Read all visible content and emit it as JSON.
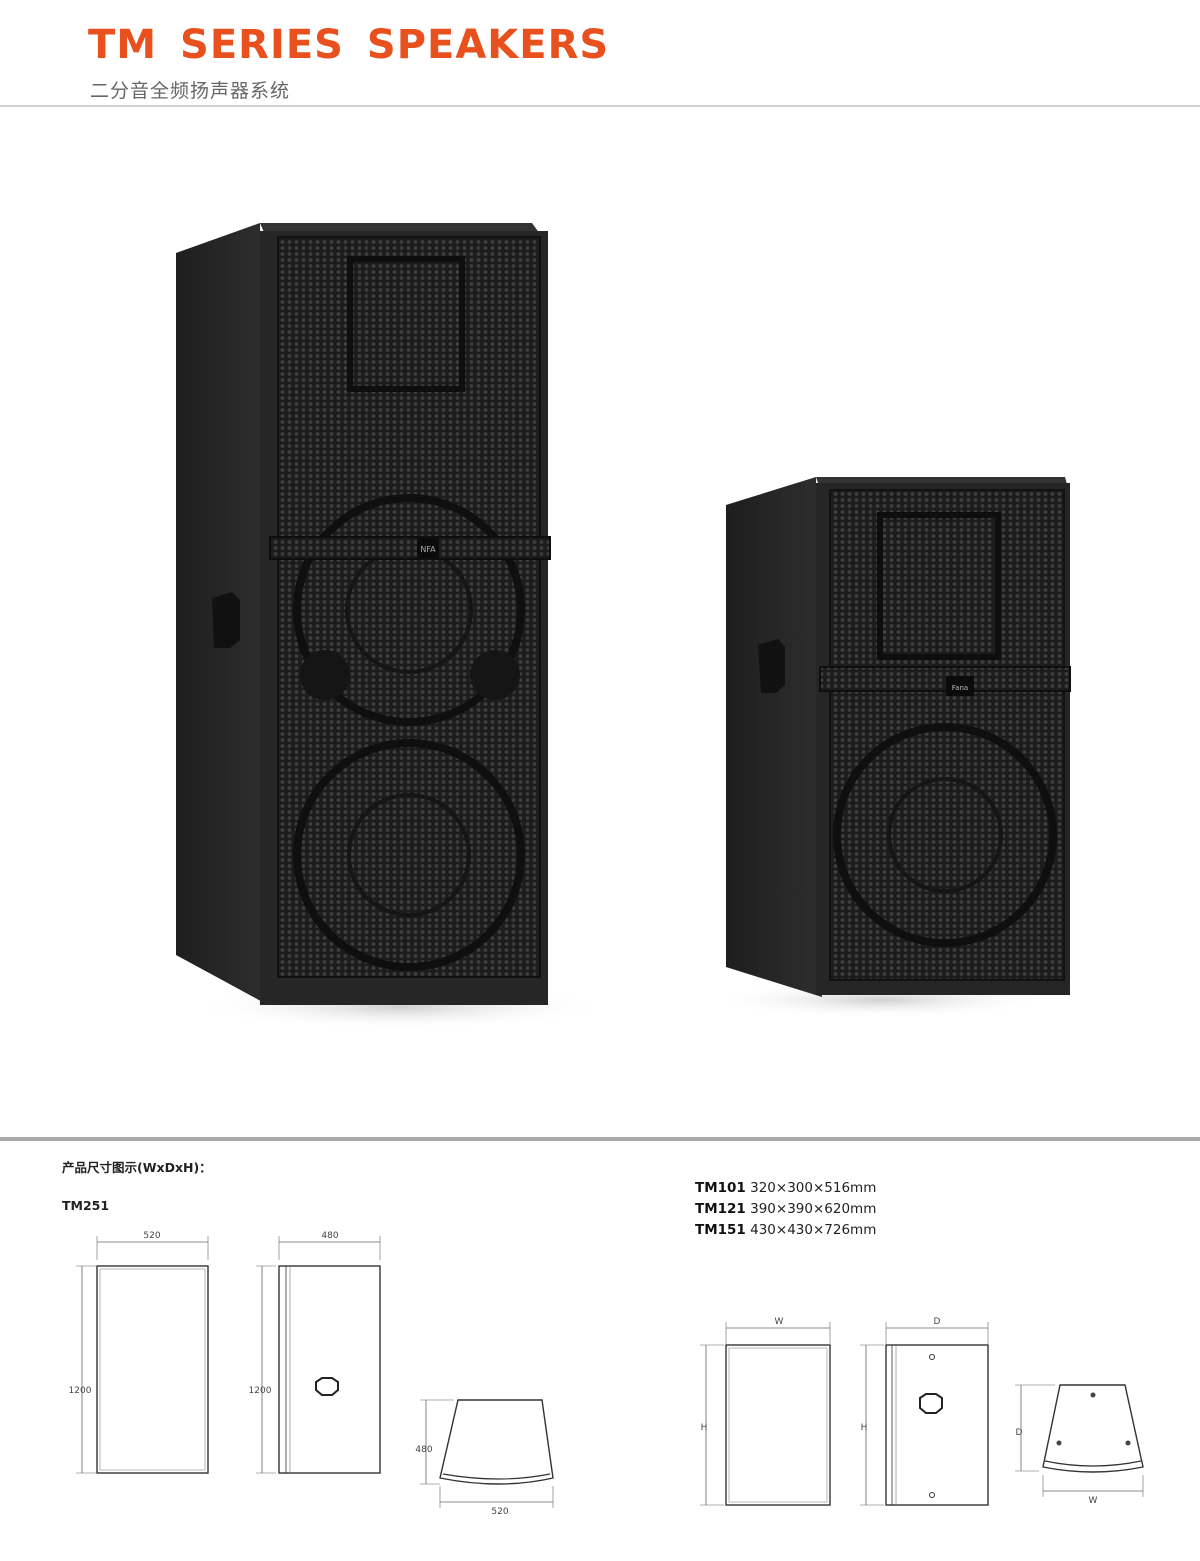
{
  "header": {
    "title": "TM SERIES SPEAKERS",
    "subtitle": "二分音全频扬声器系统"
  },
  "photo": {
    "large_badge": "NFA",
    "small_badge": "Fana"
  },
  "dimensions": {
    "heading": "产品尺寸图示(WxDxH)：",
    "tm251": {
      "label": "TM251",
      "front_width": "520",
      "front_height": "1200",
      "side_depth": "480",
      "side_height": "1200",
      "top_depth": "480",
      "top_width": "520"
    },
    "models": [
      {
        "model": "TM101",
        "dims": "320×300×516mm"
      },
      {
        "model": "TM121",
        "dims": "390×390×620mm"
      },
      {
        "model": "TM151",
        "dims": "430×430×726mm"
      }
    ],
    "generic": {
      "front_width": "W",
      "front_height": "H",
      "side_depth": "D",
      "side_height": "H",
      "top_depth": "D",
      "top_width": "W"
    }
  },
  "colors": {
    "accent": "#e8501e",
    "cabinet": "#2a2a2a"
  }
}
